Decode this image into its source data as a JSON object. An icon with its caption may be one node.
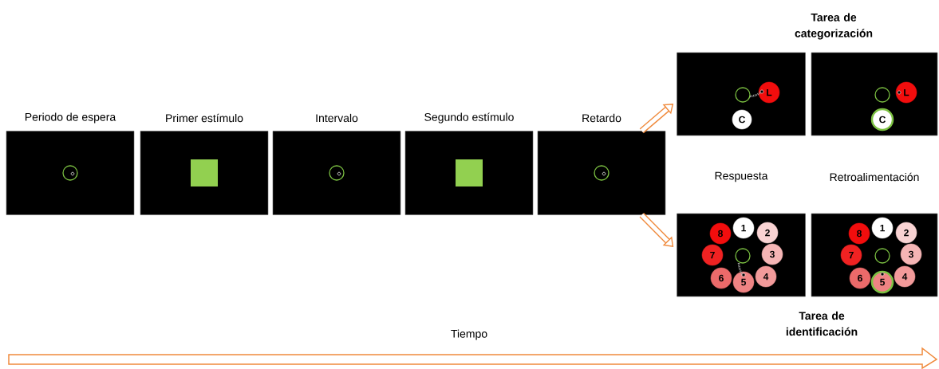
{
  "diagram": {
    "nodes": [
      {
        "text": [
          "Periodo de espera"
        ]
      },
      {
        "text": [
          "Primer estímulo"
        ]
      },
      {
        "text": [
          "Intervalo"
        ]
      },
      {
        "text": [
          "Segundo estímulo"
        ]
      },
      {
        "text": [
          "Retardo"
        ]
      },
      {
        "text": [],
        "shape": "box"
      },
      {
        "text": [],
        "shape": "box"
      },
      {
        "text": [
          "Respuesta"
        ]
      },
      {
        "text": [
          "Retroalimentación"
        ]
      },
      {
        "text": [
          "L"
        ],
        "in": 5
      },
      {
        "text": [
          "C"
        ],
        "in": 5
      },
      {
        "text": [
          "L"
        ],
        "in": 6
      },
      {
        "text": [
          "C"
        ],
        "in": 6
      },
      {
        "text": [
          "1"
        ],
        "in": 7
      },
      {
        "text": [
          "2"
        ],
        "in": 7
      },
      {
        "text": [
          "3"
        ],
        "in": 7
      },
      {
        "text": [
          "4"
        ],
        "in": 7
      },
      {
        "text": [
          "5"
        ],
        "in": 7
      },
      {
        "text": [
          "6"
        ],
        "in": 7
      },
      {
        "text": [
          "7"
        ],
        "in": 7
      },
      {
        "text": [
          "8"
        ],
        "in": 7
      },
      {
        "text": [
          "1"
        ],
        "in": 8
      },
      {
        "text": [
          "2"
        ],
        "in": 8
      },
      {
        "text": [
          "3"
        ],
        "in": 8
      },
      {
        "text": [
          "4"
        ],
        "in": 8
      },
      {
        "text": [
          "5"
        ],
        "in": 8
      },
      {
        "text": [
          "6"
        ],
        "in": 8
      },
      {
        "text": [
          "7"
        ],
        "in": 8
      },
      {
        "text": [
          "8"
        ],
        "in": 8
      }
    ],
    "edges": [
      {
        "from": 4,
        "to": 5,
        "arrow": "to"
      },
      {
        "from": 4,
        "to": 7,
        "arrow": "to"
      }
    ],
    "labels": [
      "Tarea de categorización",
      "Tarea de identificación",
      "Tiempo"
    ]
  }
}
